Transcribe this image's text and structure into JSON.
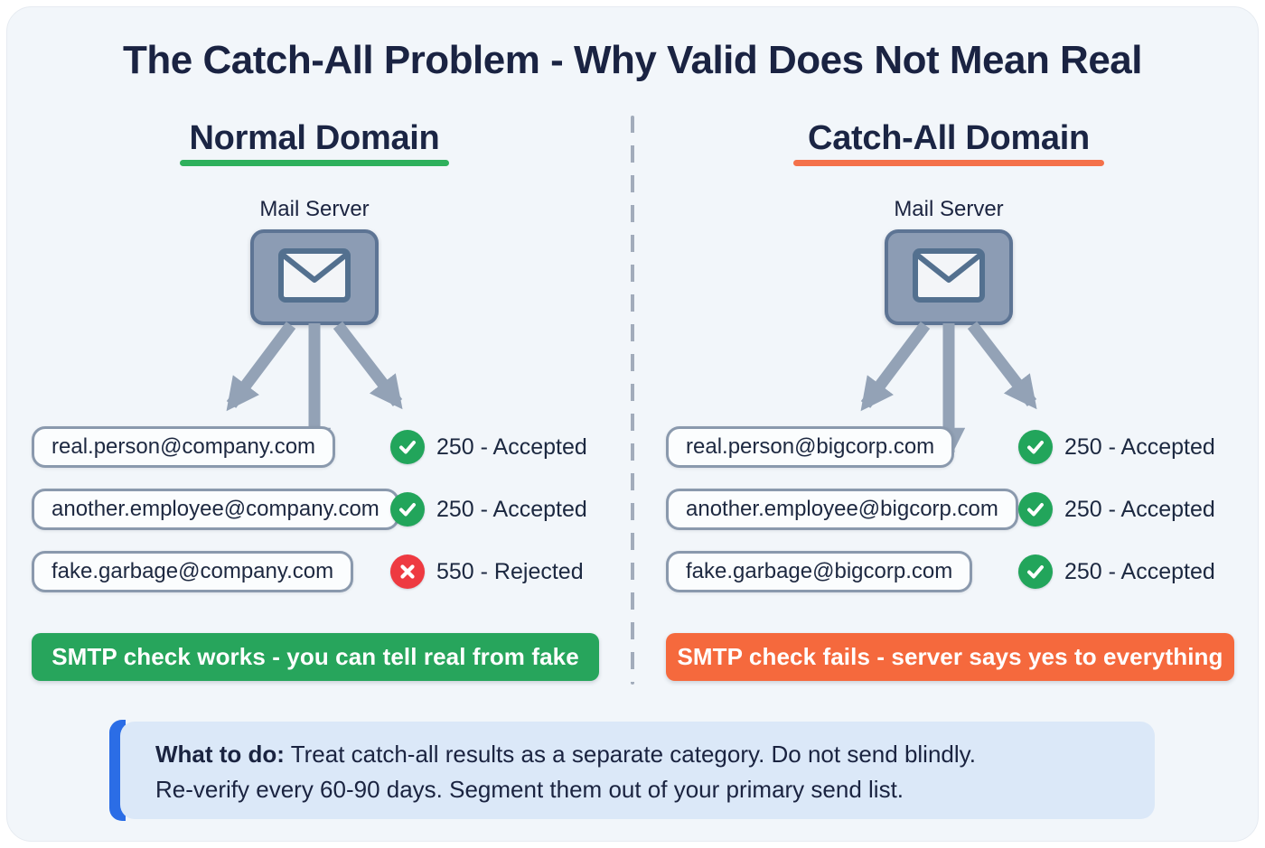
{
  "title": "The Catch-All Problem - Why Valid Does Not Mean Real",
  "left": {
    "heading": "Normal Domain",
    "server_label": "Mail Server",
    "rows": [
      {
        "email": "real.person@company.com",
        "icon": "check-icon",
        "status": "250 - Accepted"
      },
      {
        "email": "another.employee@company.com",
        "icon": "check-icon",
        "status": "250 - Accepted"
      },
      {
        "email": "fake.garbage@company.com",
        "icon": "x-icon",
        "status": "550 - Rejected"
      }
    ],
    "banner": "SMTP check works - you can tell real from fake"
  },
  "right": {
    "heading": "Catch-All Domain",
    "server_label": "Mail Server",
    "rows": [
      {
        "email": "real.person@bigcorp.com",
        "icon": "check-icon",
        "status": "250 - Accepted"
      },
      {
        "email": "another.employee@bigcorp.com",
        "icon": "check-icon",
        "status": "250 - Accepted"
      },
      {
        "email": "fake.garbage@bigcorp.com",
        "icon": "check-icon",
        "status": "250 - Accepted"
      }
    ],
    "banner": "SMTP check fails - server says yes to everything"
  },
  "note": {
    "label": "What to do:",
    "line1": "Treat catch-all results as a separate category. Do not send blindly.",
    "line2": "Re-verify every 60-90 days. Segment them out of your primary send list."
  },
  "icons": [
    "envelope-icon",
    "arrow-down-icon",
    "check-icon",
    "x-icon"
  ],
  "colors": {
    "title_text": "#1a2342",
    "normal_accent": "#2eb05c",
    "catchall_accent": "#f4714a",
    "banner_green": "#27a55c",
    "banner_orange": "#f5693d",
    "check_green": "#22a55b",
    "reject_red": "#ee3a41",
    "server_fill": "#8c9cb4",
    "server_border": "#5d7494",
    "arrow_gray": "#93a2b6",
    "note_bg": "#dbe8f8",
    "note_accent": "#2b6de6",
    "background": "#f2f6fa"
  }
}
